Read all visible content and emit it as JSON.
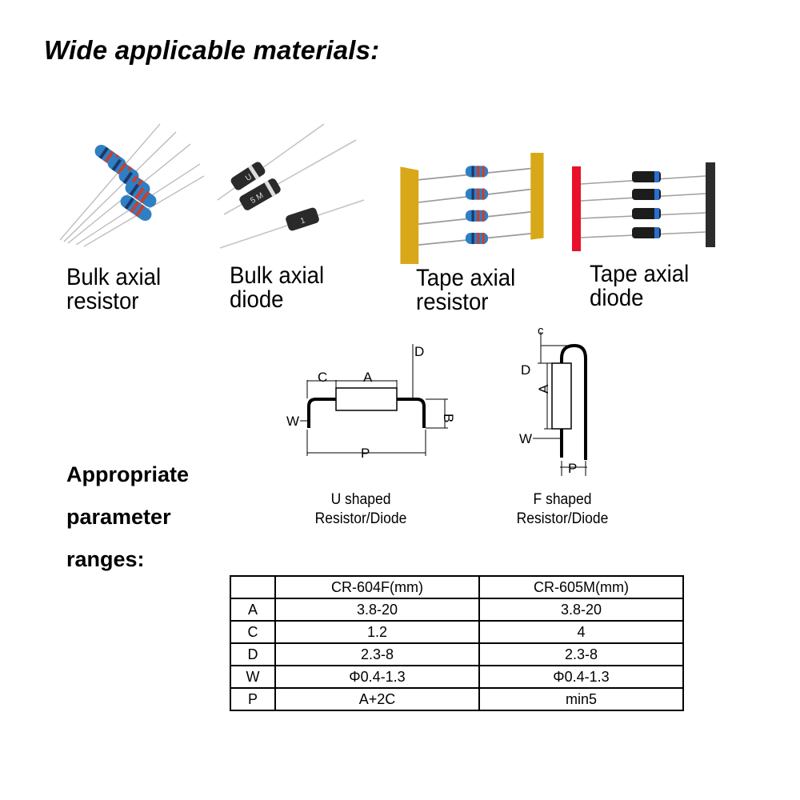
{
  "title": "Wide applicable materials:",
  "materials": [
    {
      "line1": "Bulk axial",
      "line2": "resistor"
    },
    {
      "line1": "Bulk axial",
      "line2": "diode"
    },
    {
      "line1": "Tape axial",
      "line2": "resistor"
    },
    {
      "line1": "Tape axial",
      "line2": "diode"
    }
  ],
  "params_heading": [
    "Appropriate",
    "parameter",
    "ranges:"
  ],
  "diagrams": [
    {
      "line1": "U shaped",
      "line2": "Resistor/Diode",
      "dims": {
        "A": "A",
        "B": "B",
        "C": "C",
        "D": "D",
        "W": "W",
        "P": "P"
      }
    },
    {
      "line1": "F shaped",
      "line2": "Resistor/Diode",
      "dims": {
        "A": "A",
        "C": "c",
        "D": "D",
        "W": "W",
        "P": "P"
      }
    }
  ],
  "diode_marks": {
    "a": "U",
    "b": "5 M",
    "c": "1"
  },
  "table": {
    "headers": [
      "",
      "CR-604F(mm)",
      "CR-605M(mm)"
    ],
    "rows": [
      [
        "A",
        "3.8-20",
        "3.8-20"
      ],
      [
        "C",
        "1.2",
        "4"
      ],
      [
        "D",
        "2.3-8",
        "2.3-8"
      ],
      [
        "W",
        "Φ0.4-1.3",
        "Φ0.4-1.3"
      ],
      [
        "P",
        "A+2C",
        "min5"
      ]
    ]
  },
  "colors": {
    "resistor_body": "#2f7fc4",
    "resistor_band_red": "#c8402f",
    "diode_body": "#1c1c1c",
    "diode_band_blue": "#2a6fd0",
    "tape_yellow": "#d9a818",
    "tape_red": "#e8102a",
    "tape_dark": "#2c2c2c",
    "dimension_lines": "#000000"
  }
}
